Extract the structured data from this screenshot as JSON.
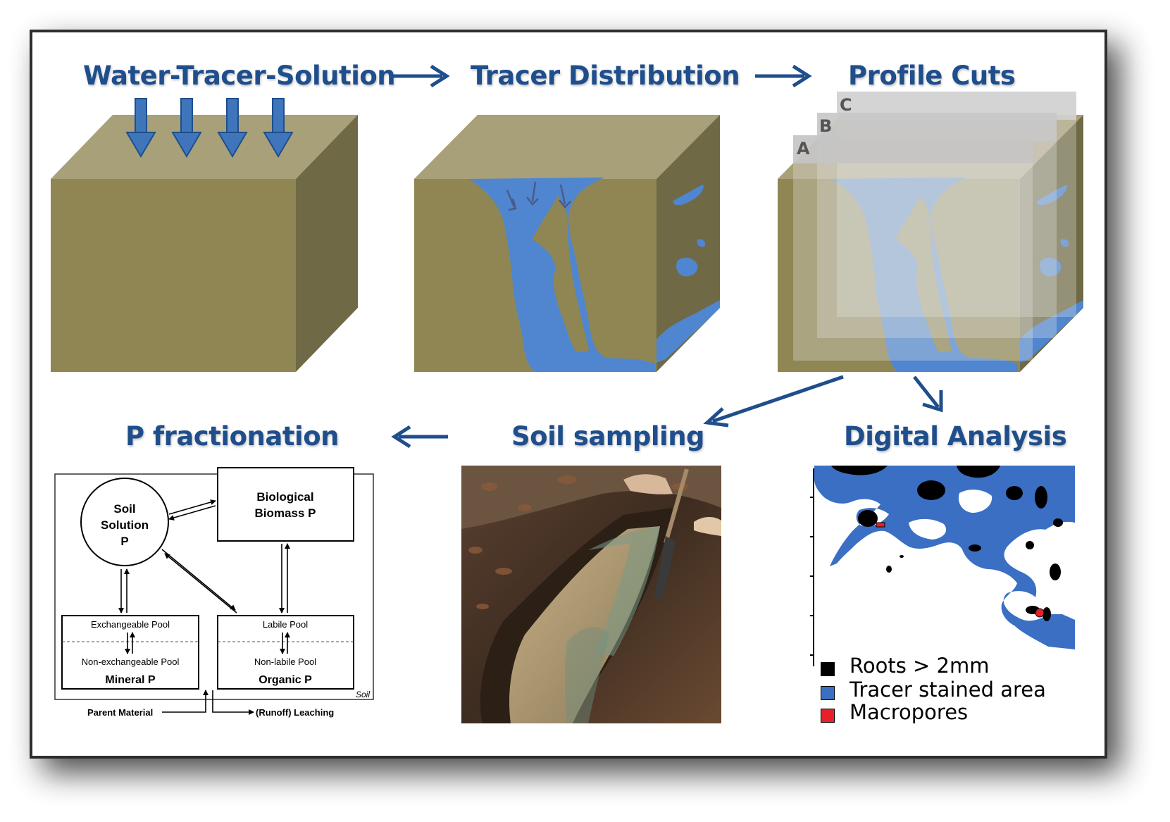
{
  "headings": {
    "water_tracer": "Water-Tracer-Solution",
    "tracer_distribution": "Tracer Distribution",
    "profile_cuts": "Profile Cuts",
    "p_fractionation": "P fractionation",
    "soil_sampling": "Soil sampling",
    "digital_analysis": "Digital Analysis"
  },
  "profile_cuts": {
    "labels": [
      "A",
      "B",
      "C"
    ]
  },
  "p_model": {
    "soil_solution": [
      "Soil",
      "Solution",
      "P"
    ],
    "biological_biomass": [
      "Biological",
      "Biomass P"
    ],
    "mineral": {
      "top": "Exchangeable Pool",
      "bottom": "Non-exchangeable Pool",
      "name": "Mineral P"
    },
    "organic": {
      "top": "Labile Pool",
      "bottom": "Non-labile Pool",
      "name": "Organic P"
    },
    "soil_label": "Soil",
    "parent_material": "Parent Material",
    "runoff_leaching": "(Runoff) Leaching"
  },
  "legend": [
    {
      "label": "Roots > 2mm",
      "color": "#000000"
    },
    {
      "label": "Tracer stained area",
      "color": "#3a6fc4"
    },
    {
      "label": "Macropores",
      "color": "#e8202a"
    }
  ],
  "colors": {
    "heading": "#1f4e8c",
    "soil_front": "#8f8653",
    "soil_top": "#a8a078",
    "soil_side": "#6f6a45",
    "tracer": "#4f86cf",
    "arrow": "#1f4e8c"
  }
}
